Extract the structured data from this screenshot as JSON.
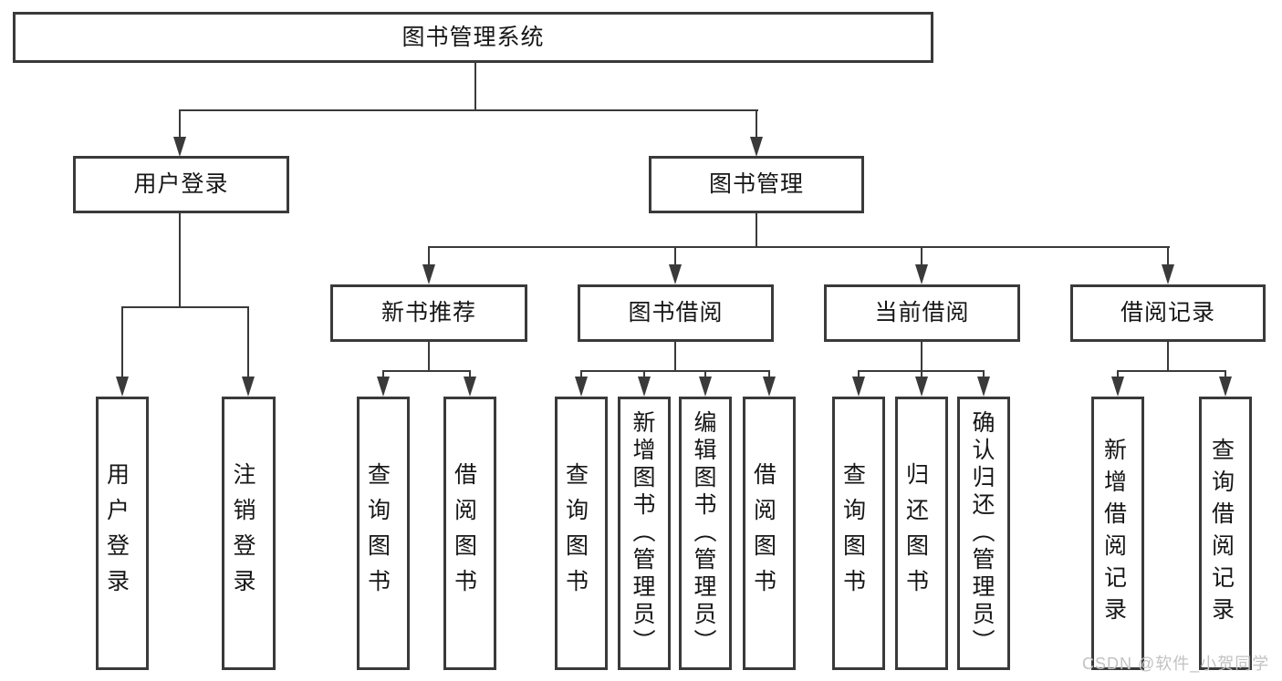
{
  "tree": {
    "label": "图书管理系统",
    "children": [
      {
        "label": "用户登录",
        "children": [
          {
            "label": "用户登录"
          },
          {
            "label": "注销登录"
          }
        ]
      },
      {
        "label": "图书管理",
        "children": [
          {
            "label": "新书推荐",
            "children": [
              {
                "label": "查询图书"
              },
              {
                "label": "借阅图书"
              }
            ]
          },
          {
            "label": "图书借阅",
            "children": [
              {
                "label": "查询图书"
              },
              {
                "label": "新增图书（管理员）"
              },
              {
                "label": "编辑图书（管理员）"
              },
              {
                "label": "借阅图书"
              }
            ]
          },
          {
            "label": "当前借阅",
            "children": [
              {
                "label": "查询图书"
              },
              {
                "label": "归还图书"
              },
              {
                "label": "确认归还（管理员）"
              }
            ]
          },
          {
            "label": "借阅记录",
            "children": [
              {
                "label": "新增借阅记录"
              },
              {
                "label": "查询借阅记录"
              }
            ]
          }
        ]
      }
    ]
  },
  "watermark": "CSDN @软件_小贺同学",
  "colors": {
    "line": "#3a3a3a",
    "text": "#161616",
    "watermark": "#c2c2c2",
    "background": "#ffffff"
  }
}
